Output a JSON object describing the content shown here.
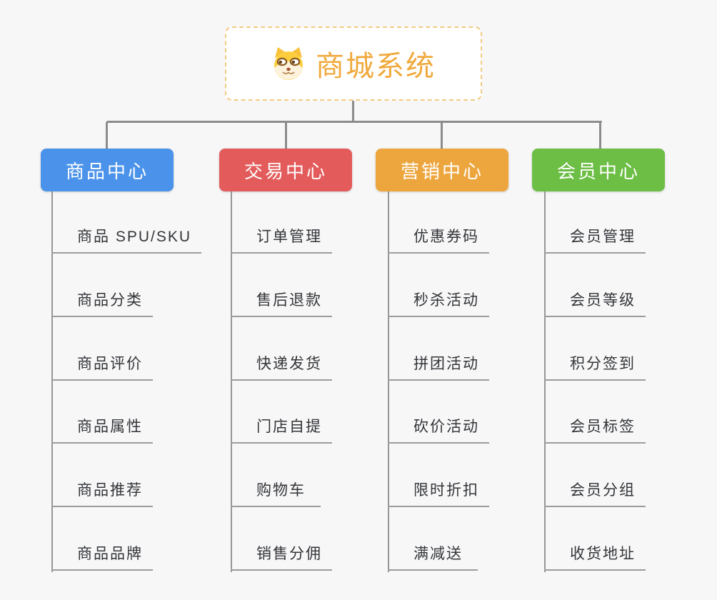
{
  "root": {
    "title": "商城系统",
    "title_color": "#f0a93c",
    "border_color": "#f3cb83",
    "icon": "doge-icon"
  },
  "colors": {
    "background": "#f7f7f8",
    "connector": "#8c8c8c",
    "leaf_underline": "#9c9c9c",
    "leaf_text": "#333538"
  },
  "branches": [
    {
      "label": "商品中心",
      "color": "#4b93ea",
      "items": [
        "商品 SPU/SKU",
        "商品分类",
        "商品评价",
        "商品属性",
        "商品推荐",
        "商品品牌"
      ]
    },
    {
      "label": "交易中心",
      "color": "#e45b5b",
      "items": [
        "订单管理",
        "售后退款",
        "快递发货",
        "门店自提",
        "购物车",
        "销售分佣"
      ]
    },
    {
      "label": "营销中心",
      "color": "#eda63e",
      "items": [
        "优惠券码",
        "秒杀活动",
        "拼团活动",
        "砍价活动",
        "限时折扣",
        "满减送"
      ]
    },
    {
      "label": "会员中心",
      "color": "#6dbe45",
      "items": [
        "会员管理",
        "会员等级",
        "积分签到",
        "会员标签",
        "会员分组",
        "收货地址"
      ]
    }
  ]
}
